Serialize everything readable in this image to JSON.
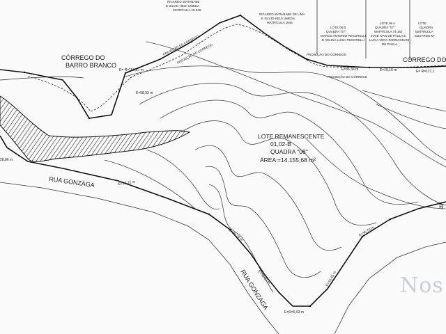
{
  "neighbours": {
    "n1": {
      "line1": "RICARDO WATANABE",
      "line2": "E SILVIO HEIJI UMEDA",
      "line3": "MATRÍCULA 18.846"
    },
    "n2": {
      "line1": "RICARDO WATANABE DE LIMA",
      "line2": "E SILVIO HEIJI UMEDA",
      "line3": "MATRÍCULA 1846"
    },
    "n3": {
      "line1": "LOTE 08 B",
      "line2": "QUADRA \"07\"",
      "line3": "MARCO ANTONIO PEGORELLI",
      "line4": "E CELINA LUISA PEGORELLI"
    },
    "n4": {
      "line1": "LOTE 08 A",
      "line2": "QUADRA \"07\"",
      "line3": "MATRÍCULA 74.152",
      "line4": "JOSÉ IVAN DE PAULA E",
      "line5": "LUCIA VERA PARMAGNANI",
      "line6": "DE PAULA"
    },
    "n5": {
      "line1": "LOTE",
      "line2": "QUADRA",
      "line3": "MATRÍCULA",
      "line4": "EDUARDO M"
    }
  },
  "labels": {
    "stream_line1": "CÓRREGO DO",
    "stream_line2": "BARRO BRANCO",
    "stream_right": "CÓRREGO DO BAR",
    "projection": "PROJEÇÃO DO CÓRREGO",
    "radius_1": "E= R=159,67 m",
    "radius_2": "E= R=117,1",
    "radius_3": "E=R=6,93 m",
    "dist_1": "E=58,93 m",
    "dist_2": "E=36,34 m",
    "dist_3": "E=19,16 m",
    "dist_4": "28,86 m",
    "dist_5": "E=17,21 m",
    "dist_6": "E=30,79 m",
    "dist_7": "E=33,83 m",
    "dist_8": "E=30,70 m",
    "dist_9": "E=15,45 m",
    "street": "RUA GONZAGA",
    "street_right": "R"
  },
  "lot": {
    "title": "LOTE REMANESCENTE",
    "number": "01,02-B",
    "block": "QUADRA \"08\"",
    "area": "ÁREA =14.155,68 m²"
  },
  "watermark": "Nos"
}
